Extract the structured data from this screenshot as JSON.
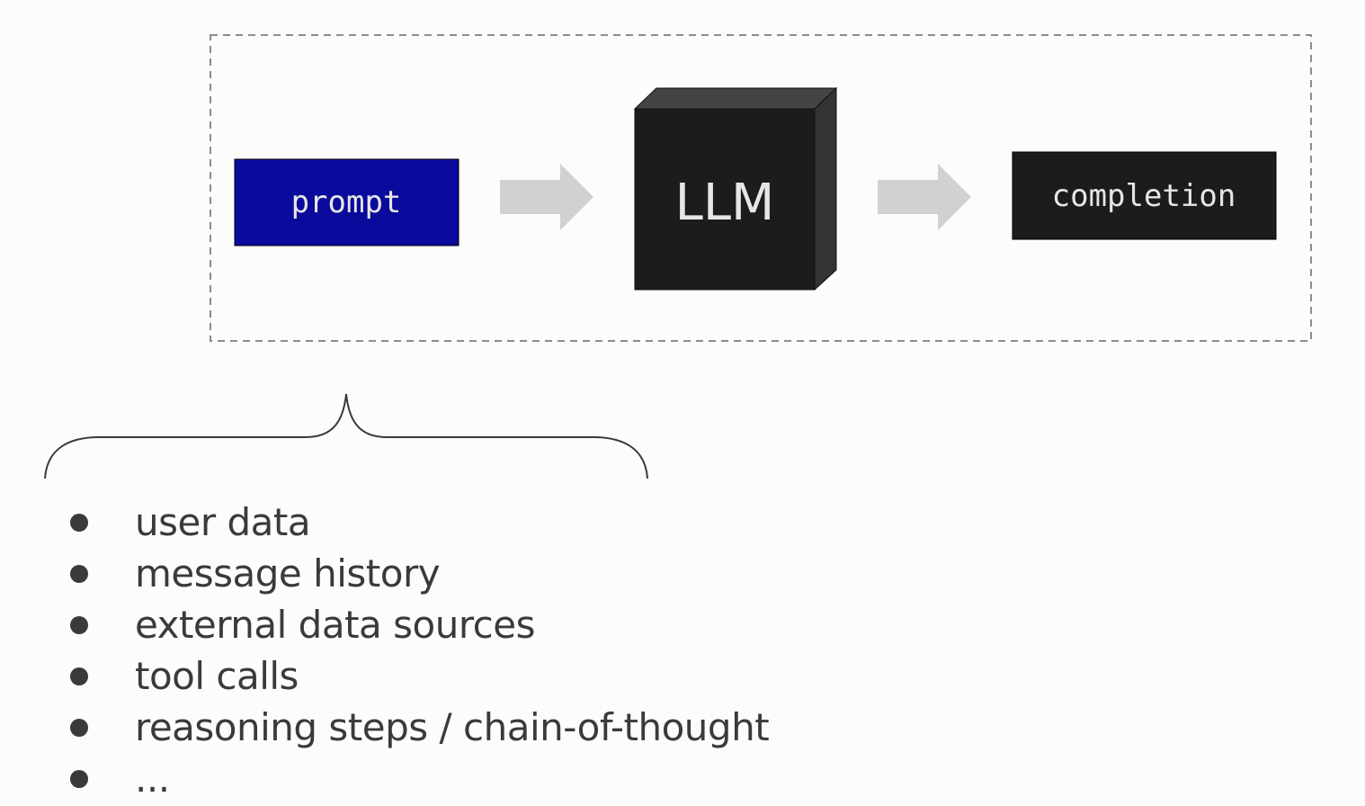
{
  "flow": {
    "prompt_label": "prompt",
    "model_label": "LLM",
    "completion_label": "completion"
  },
  "prompt_contents": [
    "user data",
    "message history",
    "external data sources",
    "tool calls",
    "reasoning steps / chain-of-thought",
    "..."
  ],
  "colors": {
    "prompt_box": "#0a0a9c",
    "model_box": "#1c1c1c",
    "completion_box": "#1c1c1c",
    "arrow": "#cfd1d3",
    "text_light": "#e6e6e6",
    "text_dark": "#3a3a3a",
    "dashed_border": "#666666"
  }
}
